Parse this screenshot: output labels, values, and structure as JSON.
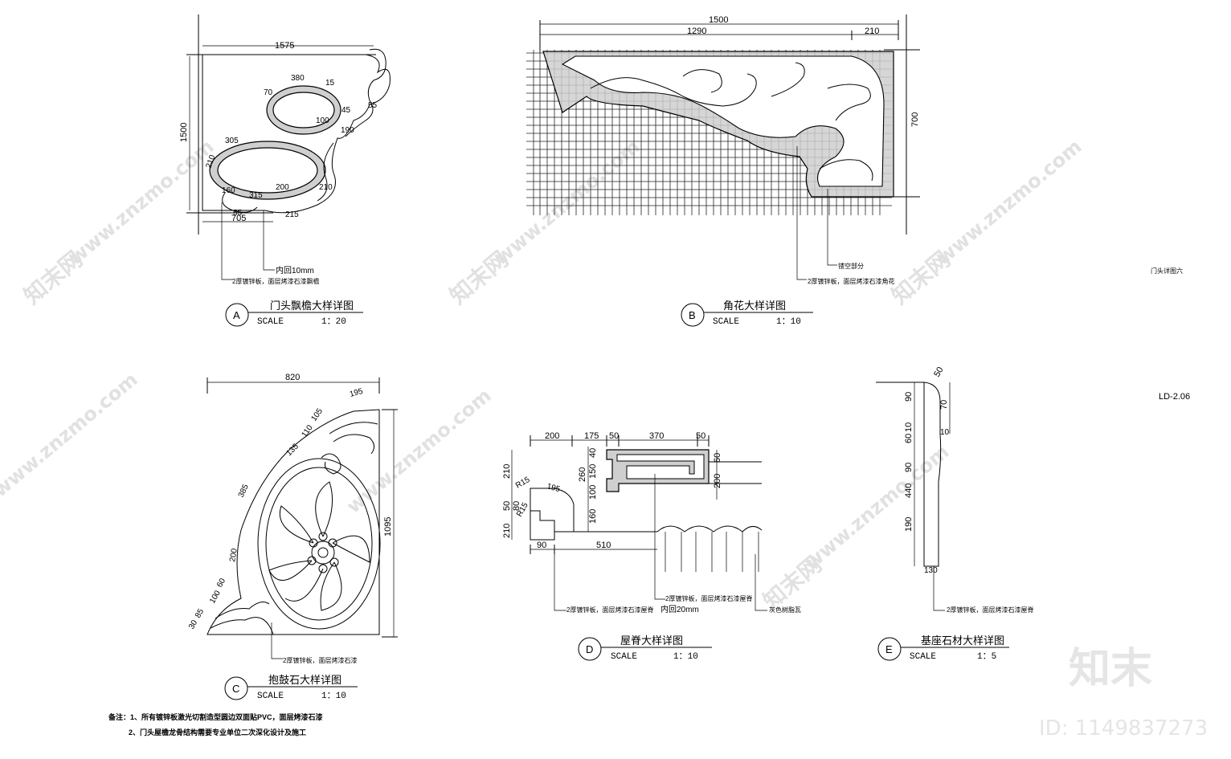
{
  "sheet_label": "门头详图六",
  "sheet_code": "LD-2.06",
  "detail_a": {
    "marker": "A",
    "title": "门头飘檐大样详图",
    "scale_label": "SCALE",
    "scale": "1：20",
    "dims": {
      "width": "1575",
      "height": "1500",
      "bottom": "705",
      "d380": "380",
      "d70": "70",
      "d15": "15",
      "d45": "45",
      "d55": "55",
      "d100": "100",
      "d190": "190",
      "d305": "305",
      "d210a": "210",
      "d160": "160",
      "d315": "315",
      "d200": "200",
      "d210b": "210",
      "d215": "215",
      "d55b": "55"
    },
    "note_inner": "内回10mm",
    "note_material": "2厚镀锌板，面层烤漆石漆飘檐"
  },
  "detail_b": {
    "marker": "B",
    "title": "角花大样详图",
    "scale_label": "SCALE",
    "scale": "1：10",
    "dims": {
      "total": "1500",
      "left": "1290",
      "right": "210",
      "height": "700"
    },
    "note_hollow": "镂空部分",
    "note_material": "2厚镀锌板，面层烤漆石漆角花"
  },
  "detail_c": {
    "marker": "C",
    "title": "抱鼓石大样详图",
    "scale_label": "SCALE",
    "scale": "1：10",
    "dims": {
      "width": "820",
      "height": "1095",
      "d195": "195",
      "d105": "105",
      "d110": "110",
      "d135": "135",
      "d385": "385",
      "d200": "200",
      "d60": "60",
      "d100": "100",
      "d85": "85",
      "d30": "30"
    },
    "note_material": "2厚镀锌板，面层烤漆石漆"
  },
  "detail_d": {
    "marker": "D",
    "title": "屋脊大样详图",
    "scale_label": "SCALE",
    "scale": "1：10",
    "dims": {
      "d200": "200",
      "d175": "175",
      "d50a": "50",
      "d370": "370",
      "d50b": "50",
      "d210": "210",
      "d260": "260",
      "d150": "150",
      "d40": "40",
      "d100": "100",
      "d60": "60",
      "d200v": "200",
      "d160": "160",
      "r15a": "R15",
      "r15b": "R15",
      "d195": "195",
      "d50": "50",
      "d80": "80",
      "d210b": "210",
      "d90": "90",
      "d510": "510"
    },
    "note_material": "2厚镀锌板，面层烤漆石漆屋脊",
    "note_inner": "内回20mm",
    "note_material2": "2厚镀锌板，面层烤漆石漆屋脊",
    "note_tile": "灰色树脂瓦"
  },
  "detail_e": {
    "marker": "E",
    "title": "基座石材大样详图",
    "scale_label": "SCALE",
    "scale": "1：5",
    "dims": {
      "d50": "50",
      "d90a": "90",
      "d70": "70",
      "d10a": "10",
      "d60": "60",
      "d10b": "10",
      "d90b": "90",
      "d440": "440",
      "d190": "190",
      "d130": "130"
    },
    "note_material": "2厚镀锌板，面层烤漆石漆屋脊"
  },
  "notes": {
    "line1": "备注：1、所有镀锌板激光切割造型圆边双面贴PVC，面层烤漆石漆",
    "line2": "2、门头屋檐龙骨结构需要专业单位二次深化设计及施工"
  },
  "watermark": {
    "site": "www.znzmo.com",
    "brand_cn": "知末网",
    "logo": "知末",
    "id_text": "ID: 1149837273"
  }
}
